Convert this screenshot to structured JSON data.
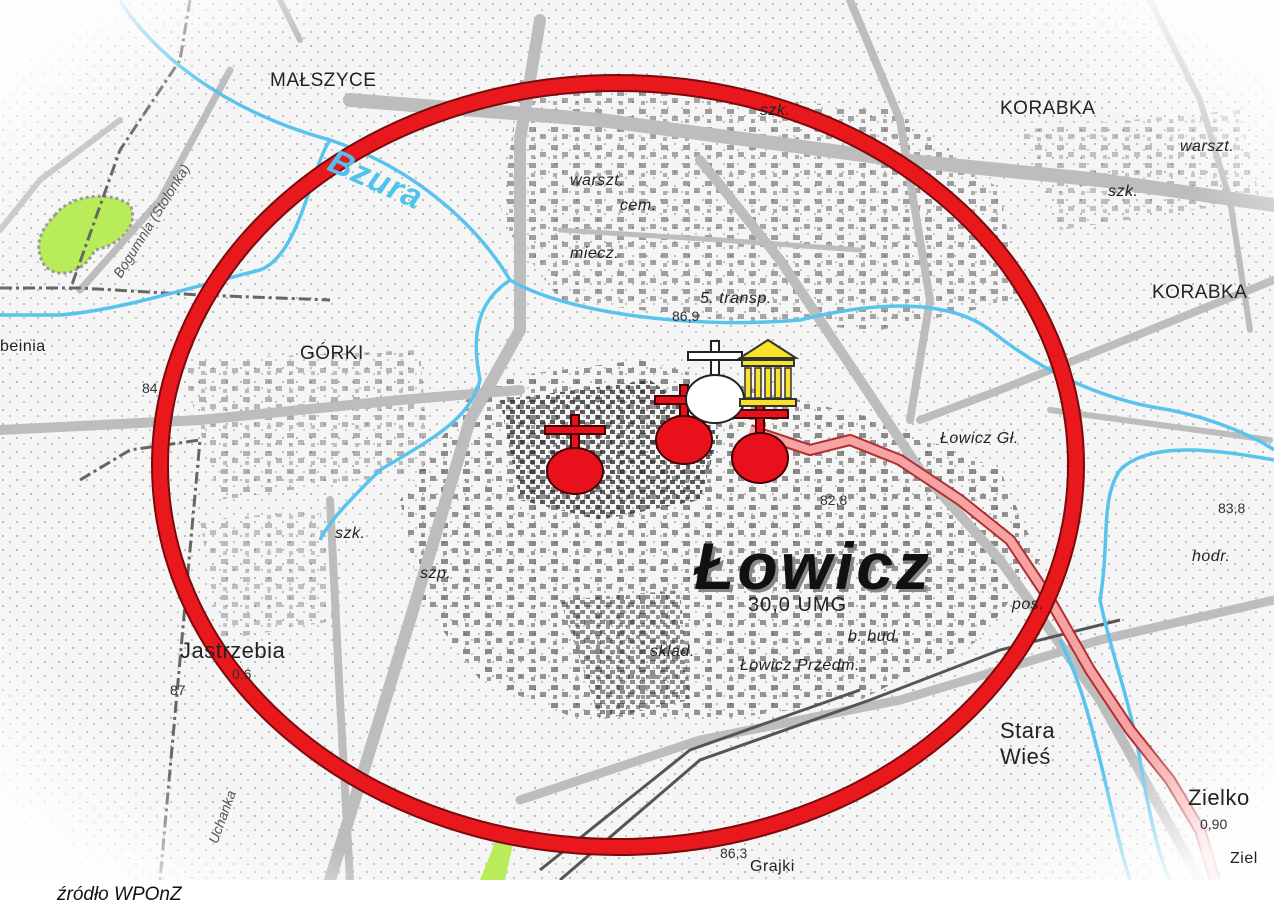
{
  "map": {
    "city": {
      "name": "Łowicz",
      "population_label": "30,0 UMG"
    },
    "river": "Bzura",
    "streams": [
      "Bogumnia (Stolonka)",
      "Uchanka"
    ],
    "places": [
      {
        "id": "maleszyce",
        "label": "MAŁSZYCE"
      },
      {
        "id": "korabka1",
        "label": "KORABKA"
      },
      {
        "id": "korabka2",
        "label": "KORABKA"
      },
      {
        "id": "gorki",
        "label": "GÓRKI"
      },
      {
        "id": "jastrzebia",
        "label": "Jastrzebia"
      },
      {
        "id": "stara",
        "label": "Stara"
      },
      {
        "id": "wies",
        "label": "Wieś"
      },
      {
        "id": "zielkowice",
        "label": "Zielko"
      },
      {
        "id": "zielkowice2",
        "label": "Ziel"
      },
      {
        "id": "bednia",
        "label": "beinia"
      },
      {
        "id": "przedmiescie",
        "label": "Łowicz Przedm."
      },
      {
        "id": "lowicz_gl",
        "label": "Łowicz Gł."
      },
      {
        "id": "grajki",
        "label": "Grajki"
      }
    ],
    "small_labels": [
      "szk.",
      "warszt.",
      "cem.",
      "miecz.",
      "5. transp.",
      "szp.",
      "b. bud.",
      "sklad.",
      "szk.",
      "warszt.",
      "szk.",
      "hodr.",
      "pos."
    ],
    "elevations": [
      "86,9",
      "84",
      "83,8",
      "87",
      "86,3",
      "0,6",
      "0,90",
      "82,8"
    ],
    "source": "źródło WPOnZ"
  },
  "colors": {
    "circle": "#e8181c",
    "river": "#58c4ee",
    "route": "#f7a3a3",
    "marker_red": "#e8101a",
    "marker_yellow": "#f9e22a",
    "forest": "#b8ec5a"
  }
}
